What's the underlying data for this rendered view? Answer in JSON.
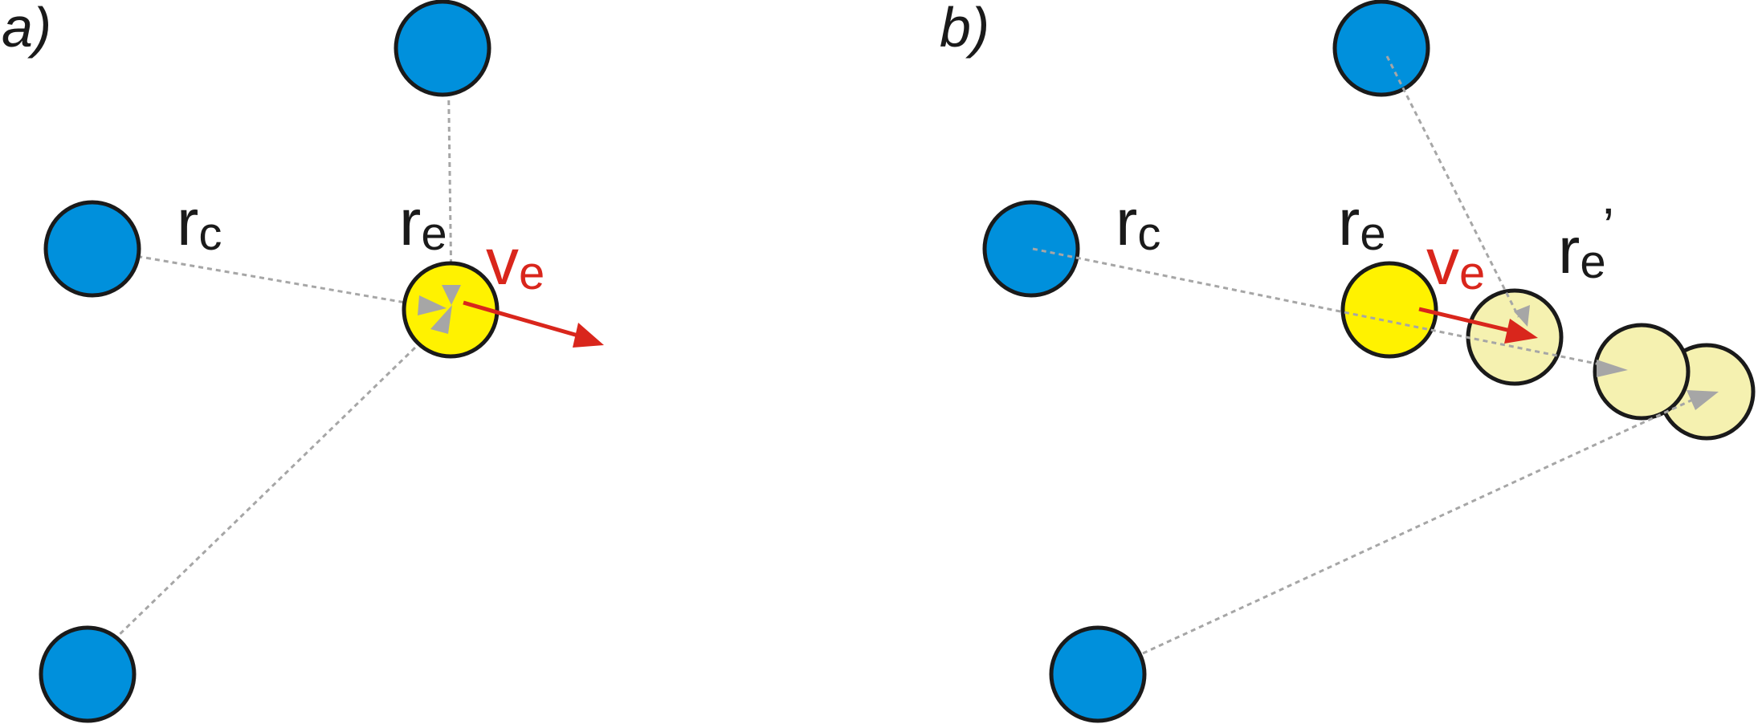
{
  "colors": {
    "blue": "#0090dc",
    "yellow": "#fff200",
    "pale_yellow": "#f5f1b0",
    "outline": "#1a1a1a",
    "arrow_red": "#d9261c",
    "dashed_gray": "#a6a6a6",
    "text": "#1a1a1a"
  },
  "panel_a": {
    "label": "a)",
    "rc": {
      "base": "r",
      "sub": "c"
    },
    "re": {
      "base": "r",
      "sub": "e"
    },
    "ve": {
      "base": "v",
      "sub": "e"
    }
  },
  "panel_b": {
    "label": "b)",
    "rc": {
      "base": "r",
      "sub": "c"
    },
    "re": {
      "base": "r",
      "sub": "e"
    },
    "ve": {
      "base": "v",
      "sub": "e"
    },
    "re_prime": {
      "base": "r",
      "sub": "e",
      "prime": "’"
    }
  }
}
